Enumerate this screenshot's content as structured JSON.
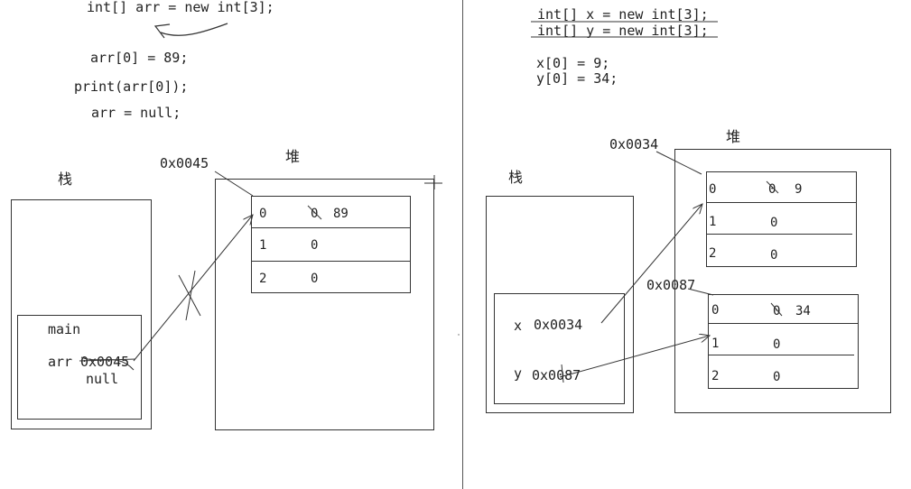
{
  "left": {
    "code": {
      "decl": "int[] arr = new int[3];",
      "assign": "arr[0] = 89;",
      "print": "print(arr[0]);",
      "null_assign": "arr = null;"
    },
    "stack_label": "栈",
    "heap_label": "堆",
    "heap_address": "0x0045",
    "frame": {
      "name": "main",
      "var_name": "arr",
      "old_value": "0x0045",
      "new_value": "null"
    },
    "array": [
      {
        "index": "1",
        "value": "0"
      },
      {
        "index": "2",
        "value": "0"
      }
    ],
    "first_cell": {
      "index": "0",
      "old": "0",
      "new": "89"
    }
  },
  "right": {
    "code": {
      "decl_x": "int[] x = new int[3];",
      "decl_y": "int[] y = new int[3];",
      "assign_x": "x[0] = 9;",
      "assign_y": "y[0] = 34;"
    },
    "stack_label": "栈",
    "heap_label": "堆",
    "frame": {
      "x_name": "x",
      "x_value": "0x0034",
      "y_name": "y",
      "y_value": "0x0087"
    },
    "array_x": {
      "address": "0x0034",
      "first_cell": {
        "index": "0",
        "old": "0",
        "new": "9"
      },
      "cells": [
        {
          "index": "1",
          "value": "0"
        },
        {
          "index": "2",
          "value": "0"
        }
      ]
    },
    "array_y": {
      "address": "0x0087",
      "first_cell": {
        "index": "0",
        "old": "0",
        "new": "34"
      },
      "cells": [
        {
          "index": "1",
          "value": "0"
        },
        {
          "index": "2",
          "value": "0"
        }
      ]
    }
  }
}
